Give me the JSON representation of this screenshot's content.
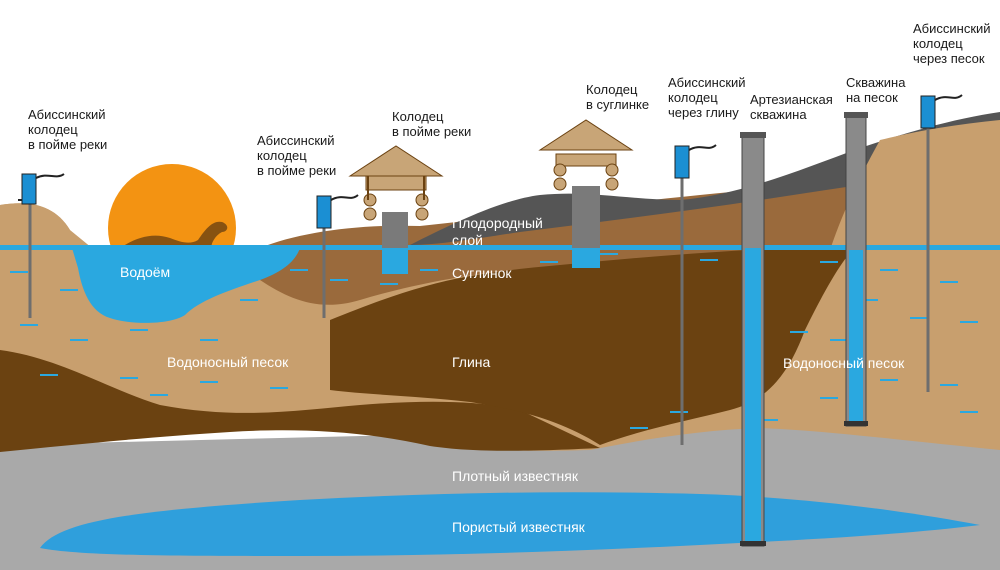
{
  "colors": {
    "sky": "#ffffff",
    "water": "#2aa8e0",
    "aquifer_sand": "#c89f6e",
    "loam": "#9a6a3c",
    "clay": "#6b4211",
    "limestone": "#a9a9a9",
    "porous_limestone": "#2f9fdc",
    "fertile_soil_dark": "#555555",
    "sun": "#f39312",
    "pump": "#1b8fd3",
    "casing": "#8a8a8a"
  },
  "layers": {
    "fertile": [
      "Плодородный",
      "слой"
    ],
    "loam": "Суглинок",
    "clay": "Глина",
    "sand_left": "Водоносный песок",
    "sand_right": "Водоносный песок",
    "dense_limestone": "Плотный известняк",
    "porous_limestone": "Пористый известняк",
    "pond": "Водоём"
  },
  "wells": {
    "abyssinian_1": [
      "Абиссинский",
      "колодец",
      "в пойме реки"
    ],
    "abyssinian_2": [
      "Абиссинский",
      "колодец",
      "в пойме реки"
    ],
    "well_floodplain": [
      "Колодец",
      "в пойме реки"
    ],
    "well_loam": [
      "Колодец",
      "в суглинке"
    ],
    "abyssinian_clay": [
      "Абиссинский",
      "колодец",
      "через глину"
    ],
    "artesian": [
      "Артезианская",
      "скважина"
    ],
    "borehole_sand": [
      "Скважина",
      "на песок"
    ],
    "abyssinian_sand": [
      "Абиссинский",
      "колодец",
      "через песок"
    ]
  }
}
